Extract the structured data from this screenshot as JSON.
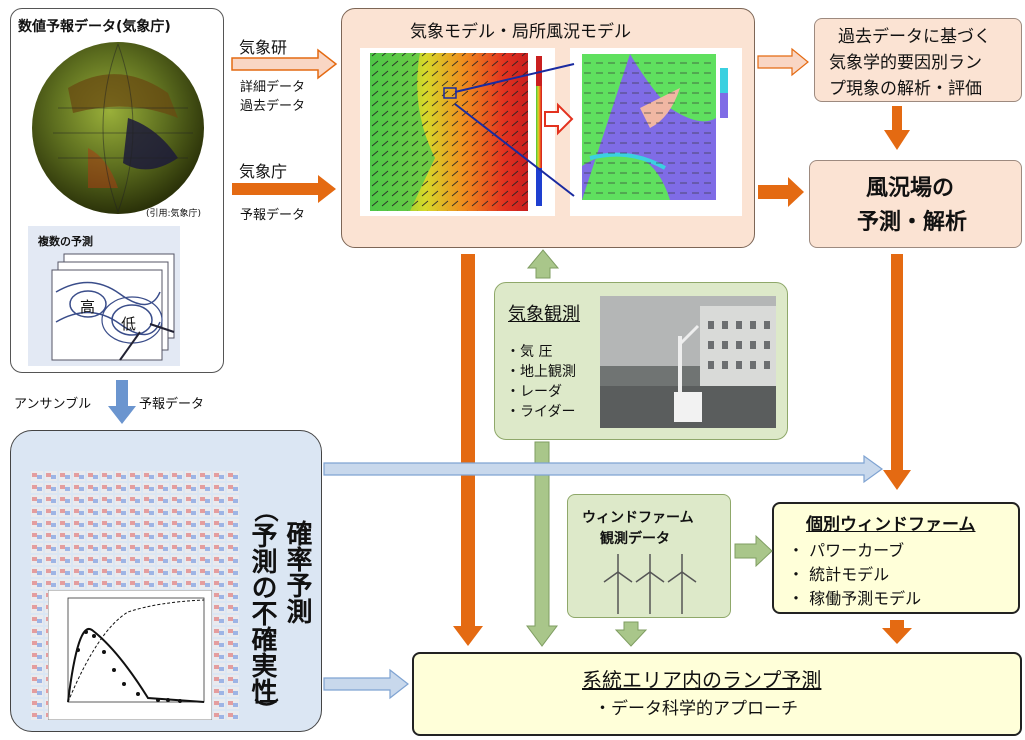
{
  "nwp": {
    "title": "数値予報データ(気象庁)",
    "citation": "(引用:気象庁)",
    "multi_title": "複数の予測",
    "high": "高",
    "low": "低"
  },
  "arrows": {
    "kishoken": "気象研",
    "kishoken_sub1": "詳細データ",
    "kishoken_sub2": "過去データ",
    "kishocho": "気象庁",
    "kishocho_sub": "予報データ",
    "ensemble": "アンサンブル",
    "ensemble_sub": "予報データ"
  },
  "model": {
    "title": "気象モデル・局所風況モデル"
  },
  "past_analysis": {
    "line1": "過去データに基づく",
    "line2": "気象学的要因別ラン",
    "line3": "プ現象の解析・評価"
  },
  "forecast": {
    "line1": "風況場の",
    "line2": "予測・解析"
  },
  "observation": {
    "title": "気象観測",
    "items": [
      "・気 圧",
      "・地上観測",
      "・レーダ",
      "・ライダー"
    ]
  },
  "probabilistic": {
    "title": "確率予測",
    "paren_open": "︵",
    "subtitle": "予測の不確実性",
    "paren_close": "︶"
  },
  "windfarm_obs": {
    "line1": "ウィンドファーム",
    "line2": "観測データ"
  },
  "individual": {
    "title": "個別ウィンドファーム",
    "items": [
      "・ パワーカーブ",
      "・ 統計モデル",
      "・ 稼働予測モデル"
    ]
  },
  "ramp": {
    "title": "系統エリア内のランプ予測",
    "subtitle": "・データ科学的アプローチ"
  },
  "colors": {
    "peach_fill": "#fbe3d3",
    "peach_border": "#8c7060",
    "green_fill": "#dde9c9",
    "green_border": "#8fa86a",
    "blue_fill": "#dbe6f3",
    "yellow_fill": "#ffffd9",
    "orange_arrow": "#e46a12",
    "green_arrow": "#a9c68a",
    "blue_arrow": "#7fa3d2"
  }
}
